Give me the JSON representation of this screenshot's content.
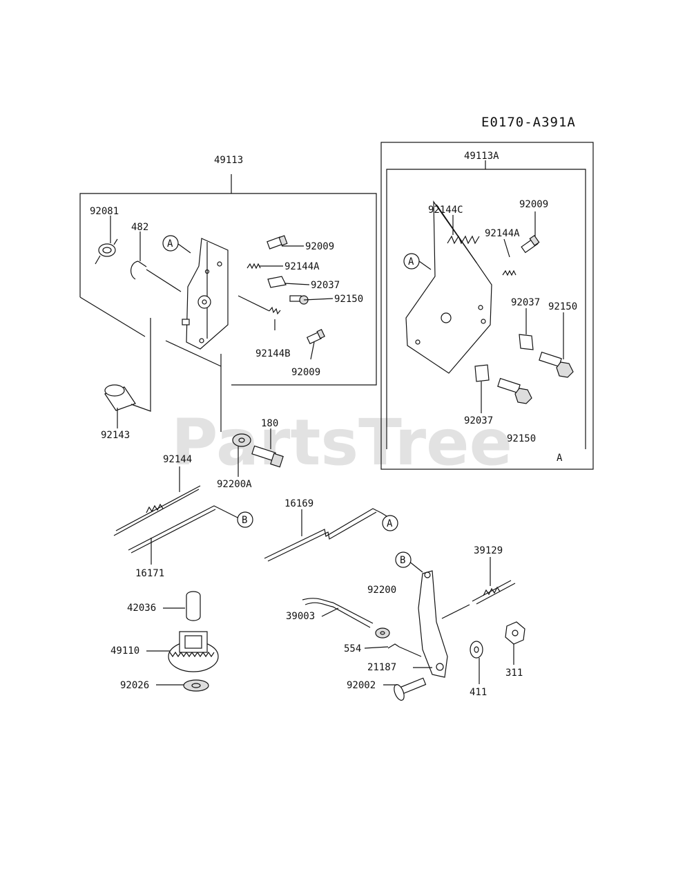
{
  "diagram_code": "E0170-A391A",
  "watermark": "PartsTree",
  "refs": {
    "a": "A",
    "b": "B"
  },
  "panel_a_label": "A",
  "parts": {
    "p49113": "49113",
    "p92081": "92081",
    "p482": "482",
    "p92009_1": "92009",
    "p92144A_1": "92144A",
    "p92037_1": "92037",
    "p92150_1": "92150",
    "p92144B": "92144B",
    "p92009_2": "92009",
    "p92143": "92143",
    "p180": "180",
    "p92200A": "92200A",
    "p92144": "92144",
    "p16171": "16171",
    "p16169": "16169",
    "p49113A": "49113A",
    "p92144C": "92144C",
    "p92009_3": "92009",
    "p92144A_2": "92144A",
    "p92037_2": "92037",
    "p92150_2": "92150",
    "p92037_3": "92037",
    "p92150_3": "92150",
    "p39129": "39129",
    "p92200": "92200",
    "p39003": "39003",
    "p42036": "42036",
    "p49110": "49110",
    "p92026": "92026",
    "p554": "554",
    "p21187": "21187",
    "p92002": "92002",
    "p411": "411",
    "p311": "311"
  }
}
